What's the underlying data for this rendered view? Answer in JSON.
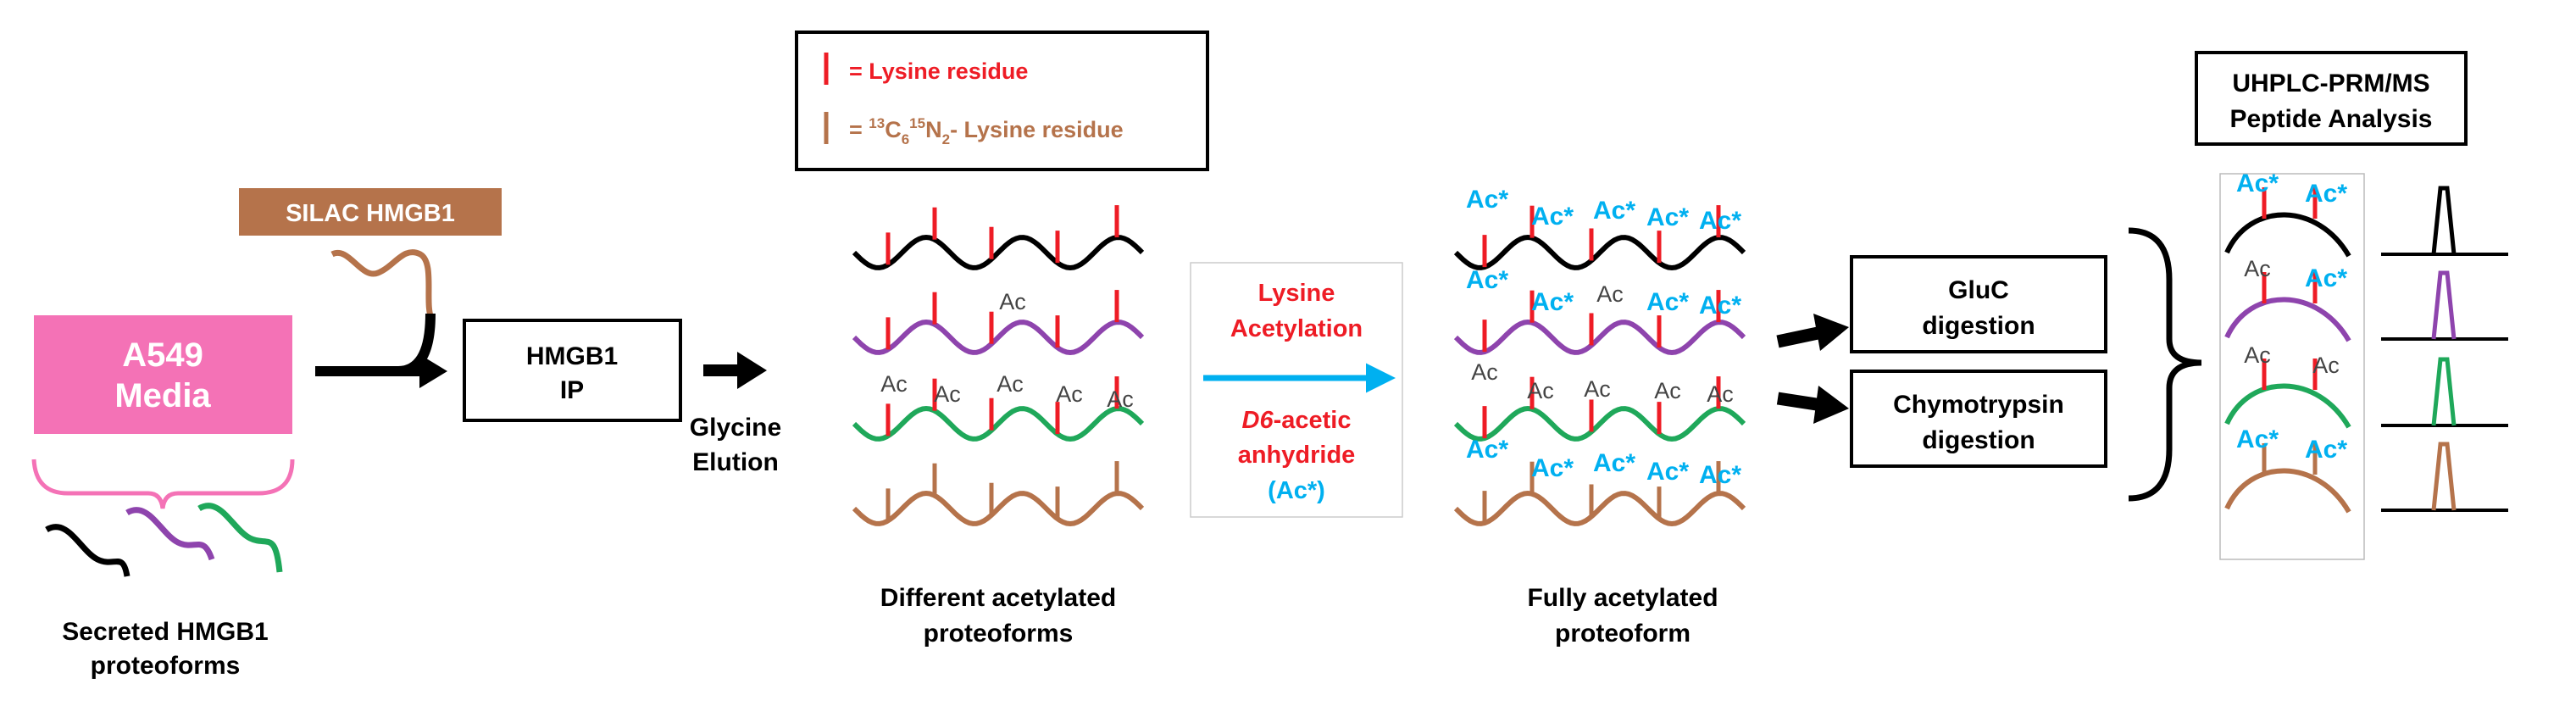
{
  "colors": {
    "red": "#ee1c25",
    "cyan": "#00b0f0",
    "brown": "#b5734b",
    "pink": "#f472b6",
    "black": "#000000",
    "purple": "#8e44ad",
    "green": "#1fa85a",
    "grey": "#444444"
  },
  "legend": {
    "lysine_label": "= Lysine residue",
    "isotope_prefix": "= ",
    "isotope_c": "C",
    "isotope_c_sup": "13",
    "isotope_c_sub": "6",
    "isotope_n": "N",
    "isotope_n_sup": "15",
    "isotope_n_sub": "2",
    "isotope_suffix": "- Lysine residue"
  },
  "source": {
    "media_line1": "A549",
    "media_line2": "Media",
    "silac_label": "SILAC HMGB1",
    "proteoforms_line1": "Secreted HMGB1",
    "proteoforms_line2": "proteoforms"
  },
  "ip": {
    "line1": "HMGB1",
    "line2": "IP"
  },
  "elution": {
    "line1": "Glycine",
    "line2": "Elution"
  },
  "different": {
    "caption_line1": "Different acetylated",
    "caption_line2": "proteoforms",
    "ac_label": "Ac"
  },
  "reaction": {
    "line1": "Lysine",
    "line2": "Acetylation",
    "reagent_italic": "D6",
    "reagent_rest": "-acetic",
    "line4": "anhydride",
    "line5": "(Ac*)"
  },
  "fully": {
    "caption_line1": "Fully acetylated",
    "caption_line2": "proteoform",
    "ac_star": "Ac*",
    "ac_label": "Ac"
  },
  "digestion": {
    "gluc_line1": "GluC",
    "gluc_line2": "digestion",
    "chymo_line1": "Chymotrypsin",
    "chymo_line2": "digestion"
  },
  "analysis": {
    "title_line1": "UHPLC-PRM/MS",
    "title_line2": "Peptide Analysis",
    "ac_star": "Ac*",
    "ac_label": "Ac"
  }
}
